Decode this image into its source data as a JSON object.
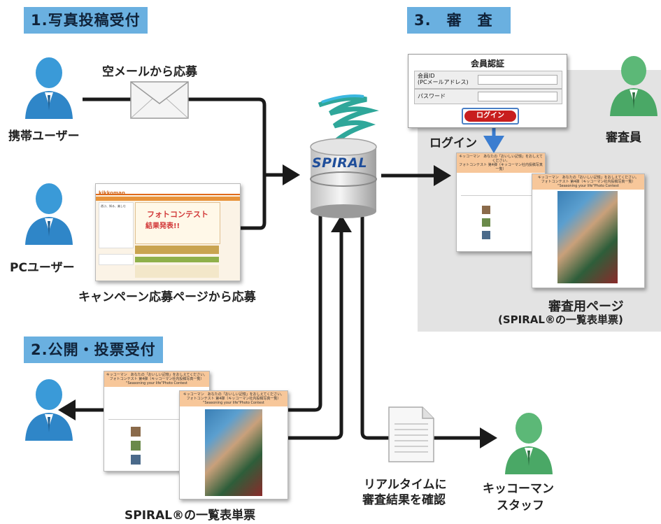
{
  "sections": {
    "s1": "1.写真投稿受付",
    "s2": "2.公開・投票受付",
    "s3": "3.　審　査"
  },
  "labels": {
    "empty_mail": "空メールから応募",
    "mobile_user": "携帯ユーザー",
    "pc_user": "PCユーザー",
    "campaign": "キャンペーン応募ページから応募",
    "login_arrow": "ログイン",
    "judge": "審査員",
    "judge_page_line1": "審査用ページ",
    "judge_page_line2": "(SPIRAL®の一覧表単票)",
    "list_page": "SPIRAL®の一覧表単票",
    "realtime_line1": "リアルタイムに",
    "realtime_line2": "審査結果を確認",
    "staff_line1": "キッコーマン",
    "staff_line2": "スタッフ"
  },
  "spiral_logo": "SPIRAL",
  "login": {
    "title": "会員認証",
    "id_label_1": "会員ID",
    "id_label_2": "(PCメールアドレス)",
    "pw_label": "パスワード",
    "button": "ログイン"
  },
  "campaign_page": {
    "brand": "kikkoman",
    "banner_line1": "フォトコンテスト",
    "banner_line2": "結果発表!!",
    "sidebar_title": "遊ぶ、知る、楽しむ"
  },
  "list_page_card": {
    "head_1": "キッコーマン　あなたの「おいしい記憶」をおしえてください。",
    "head_2": "フォトコンテスト 第4弾（キッコーマン社内投稿写真一覧）",
    "head_3": "\"Seasoning your life\"Photo Contest"
  },
  "colors": {
    "section_bg": "#6ab0e0",
    "judge_area": "#e3e3e3",
    "login_button": "#c81e1e",
    "user_blue": "#2f8fd0",
    "staff_green": "#4caf6a"
  }
}
